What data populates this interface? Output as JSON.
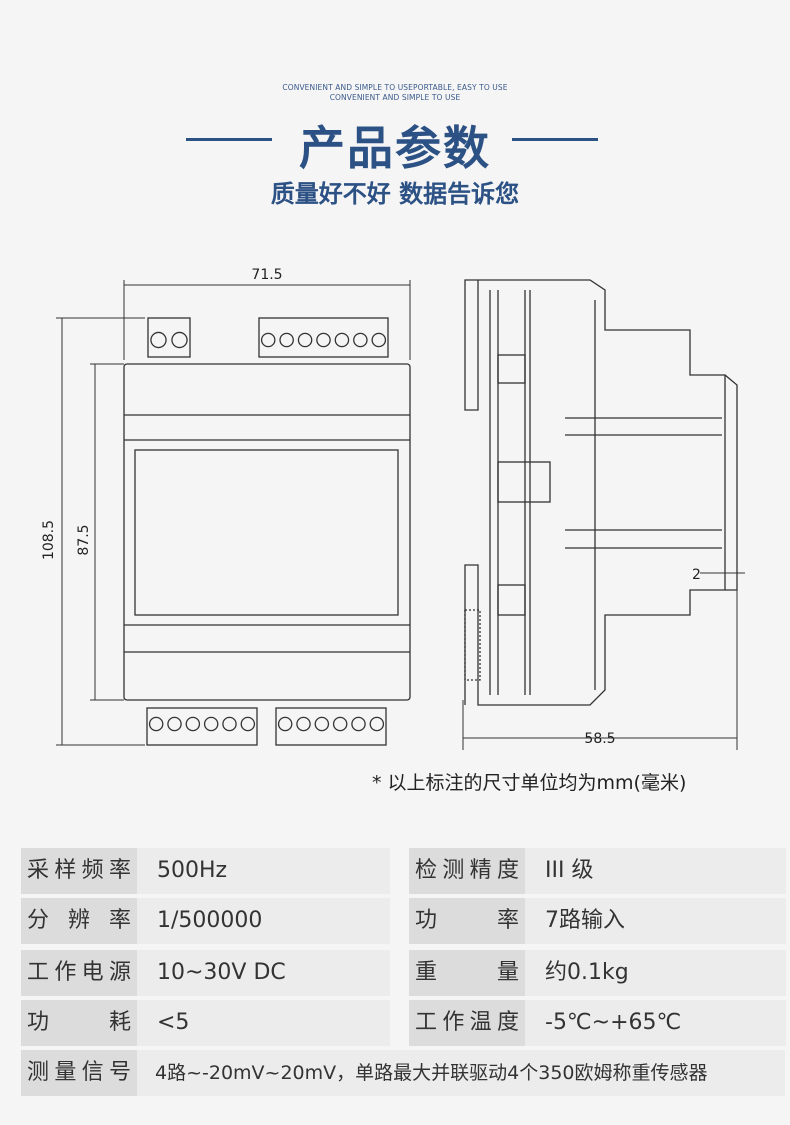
{
  "header": {
    "sub_en_1": "CONVENIENT AND SIMPLE TO USEPORTABLE, EASY TO USE",
    "sub_en_2": "CONVENIENT AND SIMPLE TO USE",
    "title": "产品参数",
    "subtitle": "质量好不好 数据告诉您"
  },
  "drawing": {
    "width_dim": "71.5",
    "height_total_dim": "108.5",
    "height_body_dim": "87.5",
    "depth_dim": "58.5",
    "wall_dim": "2",
    "note": "* 以上标注的尺寸单位均为mm(毫米)"
  },
  "specs": [
    {
      "label": [
        "采",
        "样",
        "频",
        "率"
      ],
      "value": "500Hz"
    },
    {
      "label": [
        "检",
        "测",
        "精",
        "度"
      ],
      "value": "III  级"
    },
    {
      "label": [
        "分",
        "辨",
        "率"
      ],
      "value": "1/500000"
    },
    {
      "label": [
        "功",
        "率"
      ],
      "value": "7路输入"
    },
    {
      "label": [
        "工",
        "作",
        "电",
        "源"
      ],
      "value": "10~30V DC"
    },
    {
      "label": [
        "重",
        "量"
      ],
      "value": "约0.1kg"
    },
    {
      "label": [
        "功",
        "耗"
      ],
      "value": "<5"
    },
    {
      "label": [
        "工",
        "作",
        "温",
        "度"
      ],
      "value": "-5℃~+65℃"
    },
    {
      "label": [
        "测",
        "量",
        "信",
        "号"
      ],
      "value": "4路~-20mV~20mV，单路最大并联驱动4个350欧姆称重传感器"
    }
  ]
}
